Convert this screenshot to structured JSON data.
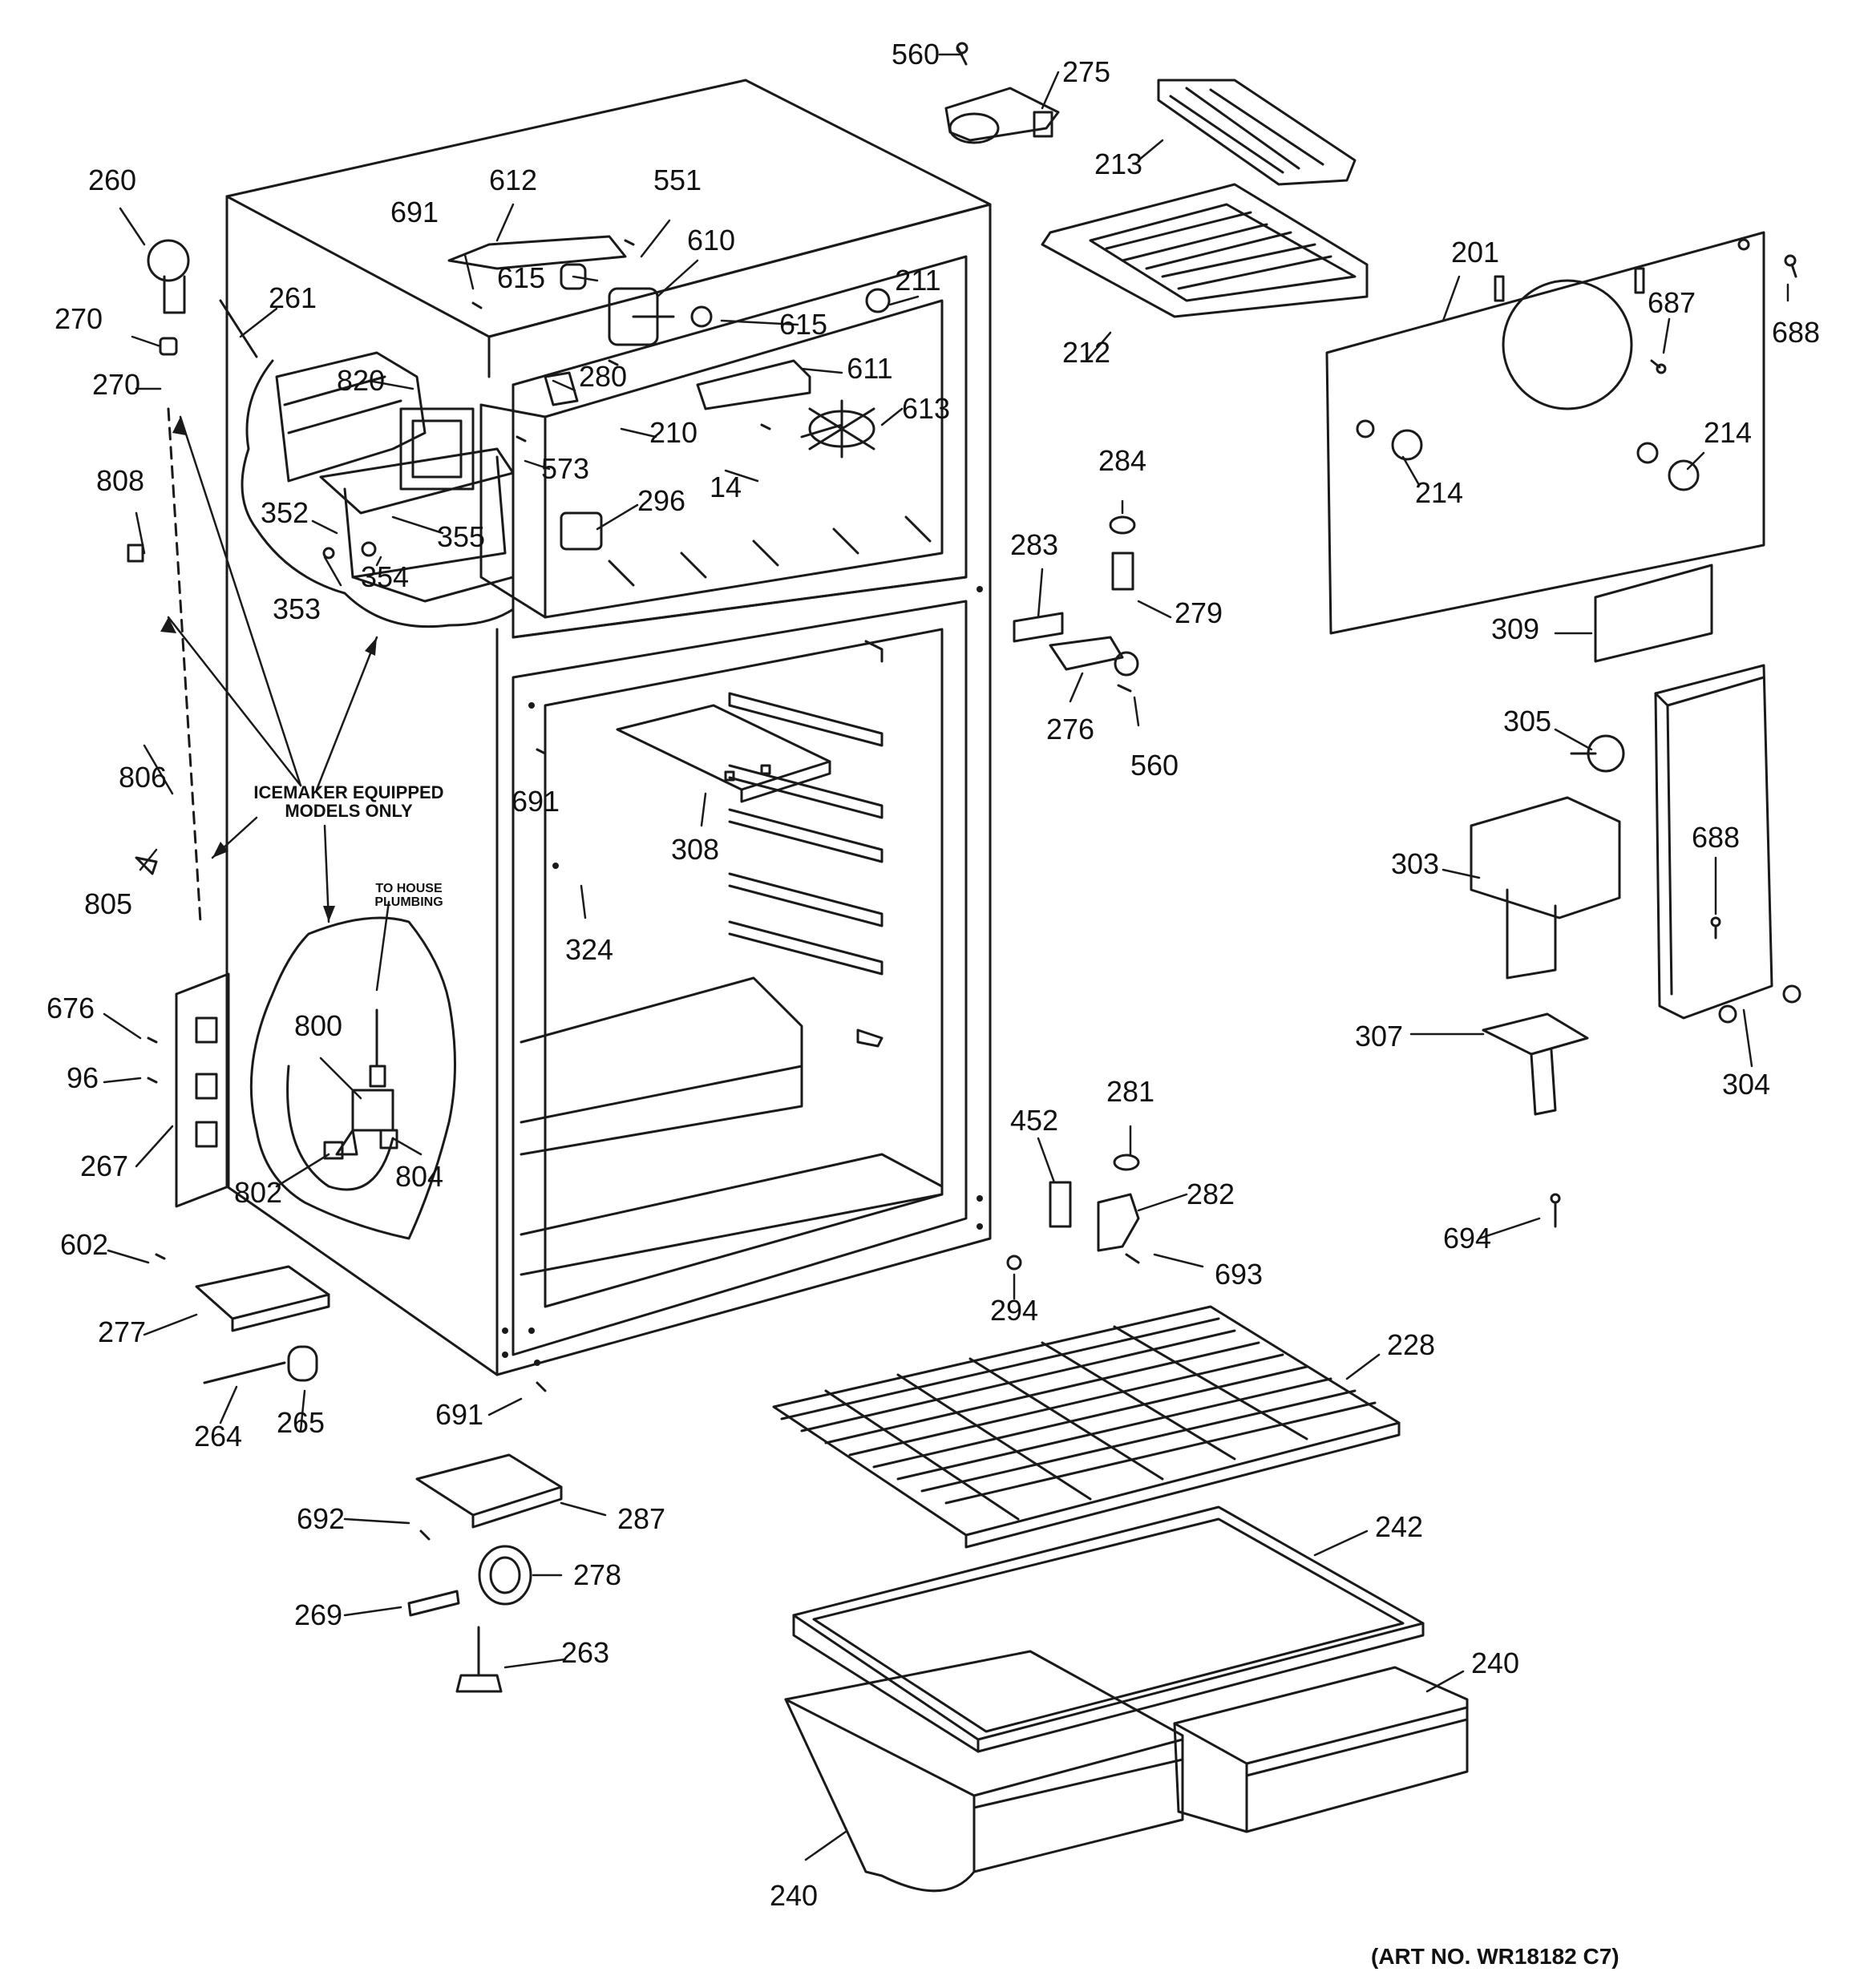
{
  "notes": {
    "icemaker_line1": "ICEMAKER EQUIPPED",
    "icemaker_line2": "MODELS ONLY",
    "plumbing_line1": "TO HOUSE",
    "plumbing_line2": "PLUMBING",
    "art_number": "(ART NO. WR18182 C7)"
  },
  "callouts": [
    {
      "id": "c560a",
      "text": "560"
    },
    {
      "id": "c275",
      "text": "275"
    },
    {
      "id": "c213",
      "text": "213"
    },
    {
      "id": "c260",
      "text": "260"
    },
    {
      "id": "c612",
      "text": "612"
    },
    {
      "id": "c551",
      "text": "551"
    },
    {
      "id": "c691a",
      "text": "691"
    },
    {
      "id": "c610",
      "text": "610"
    },
    {
      "id": "c615a",
      "text": "615"
    },
    {
      "id": "c201",
      "text": "201"
    },
    {
      "id": "c688a",
      "text": "688"
    },
    {
      "id": "c270a",
      "text": "270"
    },
    {
      "id": "c261",
      "text": "261"
    },
    {
      "id": "c211",
      "text": "211"
    },
    {
      "id": "c615b",
      "text": "615"
    },
    {
      "id": "c687",
      "text": "687"
    },
    {
      "id": "c212",
      "text": "212"
    },
    {
      "id": "c270b",
      "text": "270"
    },
    {
      "id": "c820",
      "text": "820"
    },
    {
      "id": "c280",
      "text": "280"
    },
    {
      "id": "c611",
      "text": "611"
    },
    {
      "id": "c613",
      "text": "613"
    },
    {
      "id": "c210",
      "text": "210"
    },
    {
      "id": "c573",
      "text": "573"
    },
    {
      "id": "c14",
      "text": "14"
    },
    {
      "id": "c808",
      "text": "808"
    },
    {
      "id": "c352",
      "text": "352"
    },
    {
      "id": "c355",
      "text": "355"
    },
    {
      "id": "c296",
      "text": "296"
    },
    {
      "id": "c284",
      "text": "284"
    },
    {
      "id": "c214a",
      "text": "214"
    },
    {
      "id": "c214b",
      "text": "214"
    },
    {
      "id": "c283",
      "text": "283"
    },
    {
      "id": "c354",
      "text": "354"
    },
    {
      "id": "c353",
      "text": "353"
    },
    {
      "id": "c279",
      "text": "279"
    },
    {
      "id": "c309",
      "text": "309"
    },
    {
      "id": "c276",
      "text": "276"
    },
    {
      "id": "c305",
      "text": "305"
    },
    {
      "id": "c560b",
      "text": "560"
    },
    {
      "id": "c806",
      "text": "806"
    },
    {
      "id": "c691b",
      "text": "691"
    },
    {
      "id": "c308",
      "text": "308"
    },
    {
      "id": "c303",
      "text": "303"
    },
    {
      "id": "c688b",
      "text": "688"
    },
    {
      "id": "c805",
      "text": "805"
    },
    {
      "id": "c324",
      "text": "324"
    },
    {
      "id": "c676",
      "text": "676"
    },
    {
      "id": "c800",
      "text": "800"
    },
    {
      "id": "c307",
      "text": "307"
    },
    {
      "id": "c96",
      "text": "96"
    },
    {
      "id": "c304",
      "text": "304"
    },
    {
      "id": "c281",
      "text": "281"
    },
    {
      "id": "c452",
      "text": "452"
    },
    {
      "id": "c267",
      "text": "267"
    },
    {
      "id": "c802",
      "text": "802"
    },
    {
      "id": "c804",
      "text": "804"
    },
    {
      "id": "c282",
      "text": "282"
    },
    {
      "id": "c694",
      "text": "694"
    },
    {
      "id": "c602",
      "text": "602"
    },
    {
      "id": "c693",
      "text": "693"
    },
    {
      "id": "c294",
      "text": "294"
    },
    {
      "id": "c277",
      "text": "277"
    },
    {
      "id": "c228",
      "text": "228"
    },
    {
      "id": "c691c",
      "text": "691"
    },
    {
      "id": "c265",
      "text": "265"
    },
    {
      "id": "c264",
      "text": "264"
    },
    {
      "id": "c692",
      "text": "692"
    },
    {
      "id": "c287",
      "text": "287"
    },
    {
      "id": "c242",
      "text": "242"
    },
    {
      "id": "c278",
      "text": "278"
    },
    {
      "id": "c269",
      "text": "269"
    },
    {
      "id": "c263",
      "text": "263"
    },
    {
      "id": "c240a",
      "text": "240"
    },
    {
      "id": "c240b",
      "text": "240"
    }
  ]
}
